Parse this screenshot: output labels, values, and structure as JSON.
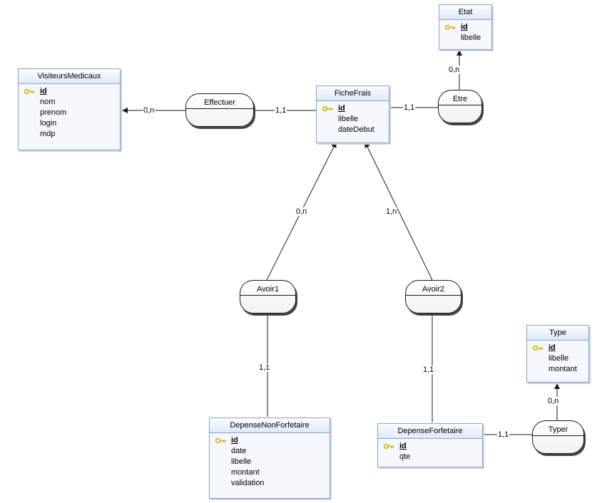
{
  "entities": {
    "visiteurs": {
      "title": "VisiteursMedicaux",
      "pk": "id",
      "attrs": [
        "nom",
        "prenom",
        "login",
        "mdp"
      ]
    },
    "fichefrais": {
      "title": "FicheFrais",
      "pk": "id",
      "attrs": [
        "libelle",
        "dateDebut"
      ]
    },
    "etat": {
      "title": "Etat",
      "pk": "id",
      "attrs": [
        "libelle"
      ]
    },
    "type": {
      "title": "Type",
      "pk": "id",
      "attrs": [
        "libelle",
        "montant"
      ]
    },
    "dnf": {
      "title": "DepenseNonForfetaire",
      "pk": "id",
      "attrs": [
        "date",
        "libelle",
        "montant",
        "validation"
      ]
    },
    "df": {
      "title": "DepenseForfetaire",
      "pk": "id",
      "attrs": [
        "qte"
      ]
    }
  },
  "associations": {
    "effectuer": "Effectuer",
    "etre": "Etre",
    "avoir1": "Avoir1",
    "avoir2": "Avoir2",
    "typer": "Typer"
  },
  "cardinalities": {
    "effectuer_visiteurs": "0,n",
    "effectuer_fichefrais": "1,1",
    "etre_fichefrais": "1,1",
    "etre_etat": "0,n",
    "avoir1_fichefrais": "0,n",
    "avoir2_fichefrais": "1,n",
    "avoir1_dnf": "1,1",
    "avoir2_df": "1,1",
    "typer_df": "1,1",
    "typer_type": "0,n"
  },
  "colors": {
    "entity_border": "#8aa3c2",
    "entity_header": "#dde8f6",
    "line": "#1a1a1a",
    "key_icon": "#d4b000"
  },
  "icons": {
    "primary_key": "key-icon"
  }
}
